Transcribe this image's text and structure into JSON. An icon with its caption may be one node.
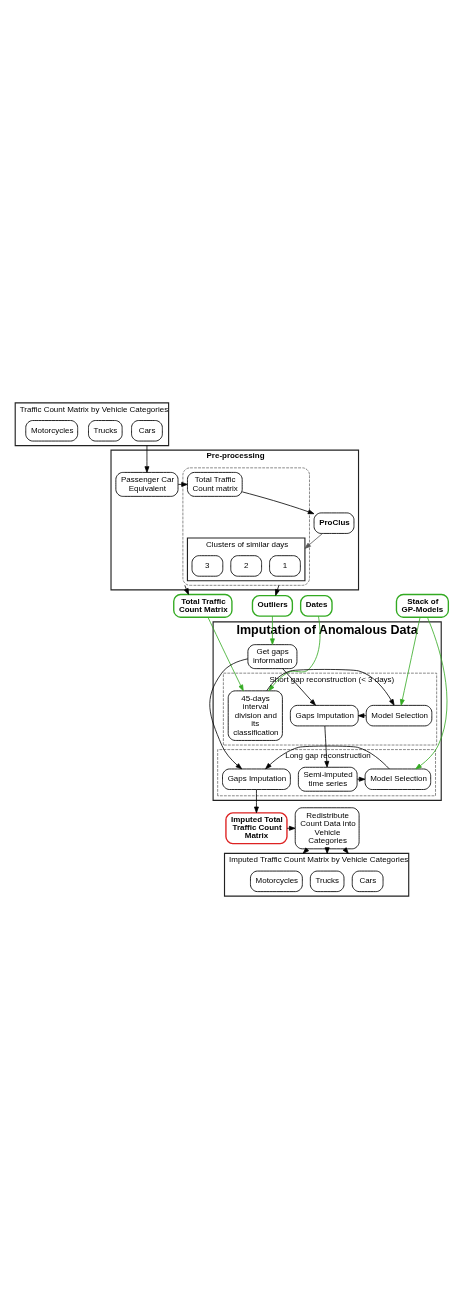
{
  "diagram": {
    "nodes": [
      {
        "text": [
          "Traffic Count Matrix by Vehicle Categories"
        ]
      },
      {
        "text": [
          "Cars"
        ],
        "in": 0
      },
      {
        "text": [
          "Trucks"
        ],
        "in": 0
      },
      {
        "text": [
          "Motorcycles"
        ],
        "in": 0
      },
      {
        "text": [
          "Pre-processing"
        ]
      },
      {
        "text": [
          "Passenger Car Equivalent"
        ],
        "in": 4
      },
      {
        "text": [],
        "shape": "box",
        "in": 4
      },
      {
        "text": [
          "Total Traffic Count matrix"
        ],
        "in": 6
      },
      {
        "text": [
          "ProClus"
        ],
        "in": 4
      },
      {
        "text": [
          "Clusters of similar days"
        ],
        "in": 6
      },
      {
        "text": [
          "1"
        ],
        "in": 9
      },
      {
        "text": [
          "2"
        ],
        "in": 9
      },
      {
        "text": [
          "3"
        ],
        "in": 9
      },
      {
        "text": [
          "Stack of GP-Models"
        ]
      },
      {
        "text": [
          "Dates"
        ]
      },
      {
        "text": [
          "Total Traffic Count Matrix"
        ]
      },
      {
        "text": [
          "Outliers"
        ]
      },
      {
        "text": [
          "Imputation of Anomalous Data"
        ]
      },
      {
        "text": [
          "Get gaps information"
        ],
        "in": 17
      },
      {
        "text": [
          "Short gap reconstruction (< 3 days)"
        ],
        "in": 17
      },
      {
        "text": [
          "45-days interval division and its classification"
        ],
        "in": 19
      },
      {
        "text": [
          "Model Selection"
        ],
        "in": 19
      },
      {
        "text": [
          "Gaps Imputation"
        ],
        "in": 19
      },
      {
        "text": [
          "Long gap reconstruction"
        ],
        "in": 17
      },
      {
        "text": [
          "Semi-imputed time series"
        ],
        "in": 23
      },
      {
        "text": [
          "Model Selection"
        ],
        "in": 23
      },
      {
        "text": [
          "Gaps Imputation"
        ],
        "in": 23
      },
      {
        "text": [
          "Redistribute Count Data into Vehicle Categories"
        ]
      },
      {
        "text": [
          "Imputed Total Traffic Count Matrix"
        ]
      },
      {
        "text": [
          "Imputed Traffic Count Matrix by Vehicle Categories"
        ]
      },
      {
        "text": [
          "Cars"
        ],
        "in": 29
      },
      {
        "text": [
          "Trucks"
        ],
        "in": 29
      },
      {
        "text": [
          "Motorcycles"
        ],
        "in": 29
      }
    ],
    "edges": [
      {
        "from": 0,
        "to": 5,
        "arrow": "to"
      },
      {
        "from": 5,
        "to": 7,
        "arrow": "to"
      },
      {
        "from": 7,
        "to": 8,
        "arrow": "to"
      },
      {
        "from": 8,
        "to": 9,
        "arrow": "to",
        "color": "#555555"
      },
      {
        "from": 6,
        "to": 15,
        "arrow": "to"
      },
      {
        "from": 6,
        "to": 16,
        "arrow": "to"
      },
      {
        "from": 14,
        "to": 20,
        "arrow": "to",
        "color": "#33aa22"
      },
      {
        "from": 15,
        "to": 20,
        "arrow": "to",
        "color": "#33aa22"
      },
      {
        "from": 16,
        "to": 18,
        "arrow": "to",
        "color": "#33aa22"
      },
      {
        "from": 13,
        "to": 21,
        "arrow": "to",
        "color": "#33aa22"
      },
      {
        "from": 13,
        "to": 25,
        "arrow": "to",
        "color": "#33aa22"
      },
      {
        "from": 18,
        "to": 22,
        "arrow": "to"
      },
      {
        "from": 18,
        "to": 26,
        "arrow": "to"
      },
      {
        "from": 20,
        "to": 21,
        "arrow": "to"
      },
      {
        "from": 21,
        "to": 22,
        "arrow": "to"
      },
      {
        "from": 22,
        "to": 24,
        "arrow": "to"
      },
      {
        "from": 24,
        "to": 25,
        "arrow": "to"
      },
      {
        "from": 25,
        "to": 26,
        "arrow": "to"
      },
      {
        "from": 26,
        "to": 28,
        "arrow": "to"
      },
      {
        "from": 28,
        "to": 27,
        "arrow": "to"
      },
      {
        "from": 27,
        "to": 29,
        "arrow": "to"
      },
      {
        "from": 27,
        "to": 29,
        "arrow": "to"
      },
      {
        "from": 27,
        "to": 29,
        "arrow": "to"
      }
    ]
  }
}
